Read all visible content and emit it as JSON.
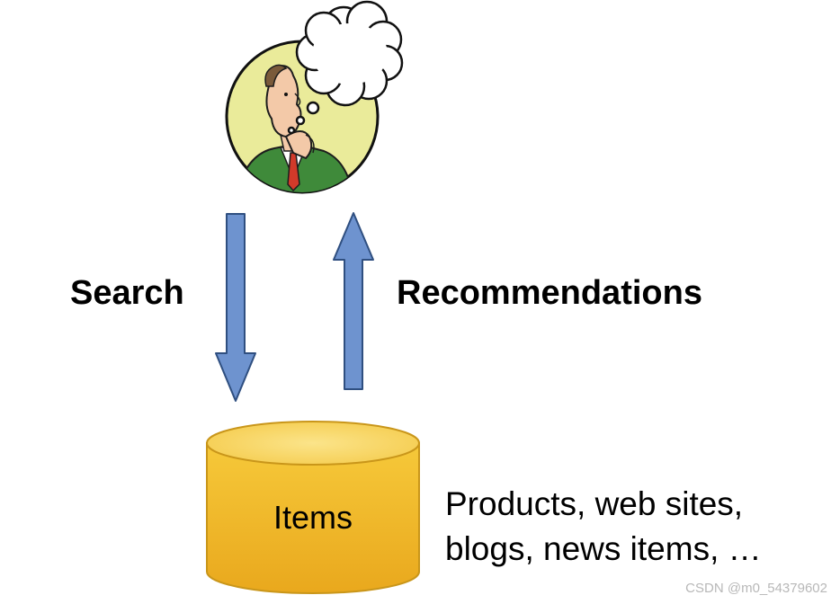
{
  "diagram": {
    "search_label": "Search",
    "recommendations_label": "Recommendations",
    "items_label": "Items",
    "items_description": [
      "Products, web sites,",
      "blogs, news items, …"
    ]
  },
  "icons": {
    "person": "thinking-person-icon",
    "thought": "thought-bubble-icon",
    "down_arrow": "down-arrow-icon",
    "up_arrow": "up-arrow-icon",
    "database": "database-cylinder-icon"
  },
  "colors": {
    "arrow_fill": "#6e93cf",
    "arrow_stroke": "#2f4f80",
    "cylinder_fill": "#f2bc2a",
    "cylinder_top": "#f8d66a",
    "cylinder_stroke": "#c9961a",
    "portrait_bg": "#eaeb9a",
    "suit": "#3f8a3a"
  },
  "watermark": "CSDN @m0_54379602"
}
